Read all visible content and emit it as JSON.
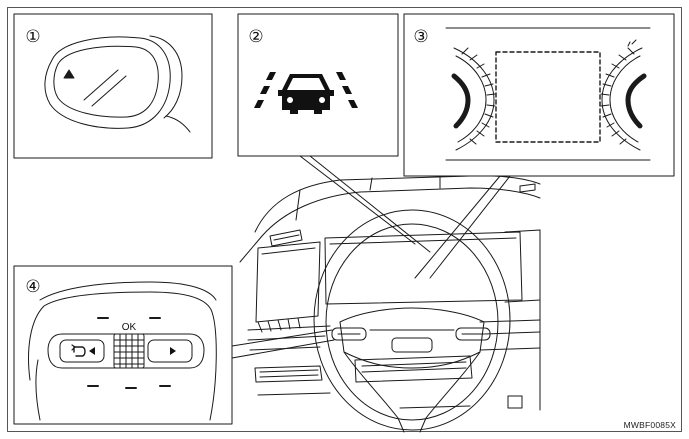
{
  "callouts": [
    {
      "id": "1",
      "label": "①"
    },
    {
      "id": "2",
      "label": "②"
    },
    {
      "id": "3",
      "label": "③"
    },
    {
      "id": "4",
      "label": "④"
    }
  ],
  "switch": {
    "ok_label": "OK"
  },
  "figure_code": "MWBF0085X",
  "colors": {
    "line": "#1a1a1a",
    "paper": "#ffffff"
  }
}
